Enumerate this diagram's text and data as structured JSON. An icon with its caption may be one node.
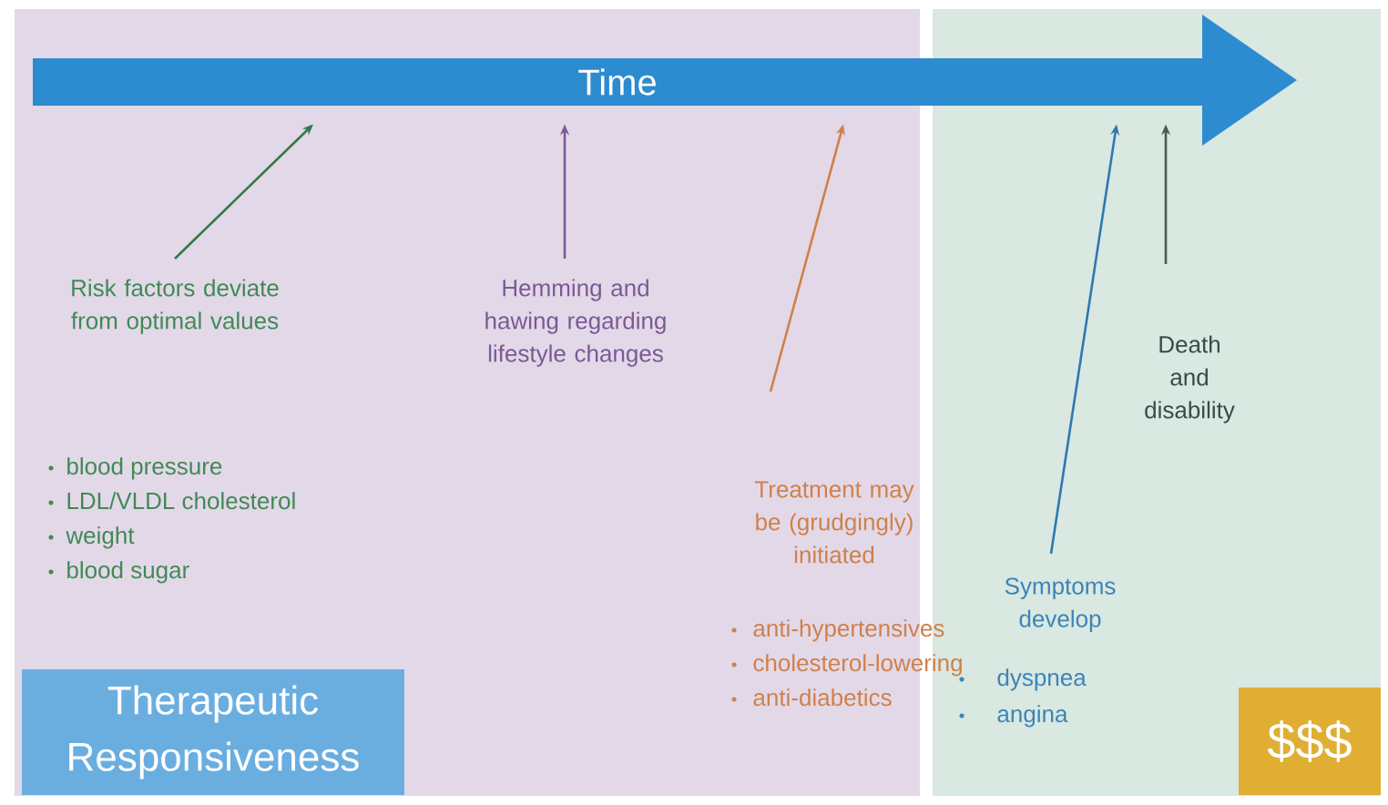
{
  "diagram": {
    "nodes": [
      {
        "text": [
          "Time"
        ]
      },
      {
        "text": [
          "Risk factors deviate from optimal values"
        ],
        "beside": [
          "blood pressure",
          "LDL/VLDL cholesterol",
          "weight",
          "blood sugar"
        ]
      },
      {
        "text": [
          "Hemming and hawing regarding lifestyle changes"
        ]
      },
      {
        "text": [
          "Treatment may be (grudgingly) initiated"
        ],
        "beside": [
          "anti-hypertensives",
          "cholesterol-lowering",
          "anti-diabetics"
        ]
      },
      {
        "text": [
          "Symptoms develop"
        ],
        "beside": [
          "dyspnea",
          "angina"
        ]
      },
      {
        "text": [
          "Death and disability"
        ]
      },
      {
        "text": [
          "Therapeutic Responsiveness"
        ]
      },
      {
        "text": [
          "$$$"
        ]
      }
    ],
    "edges": [
      {
        "from": 1,
        "to": 0,
        "arrow": "to",
        "color": "#2f7a48"
      },
      {
        "from": 2,
        "to": 0,
        "arrow": "to",
        "color": "#7a5a95"
      },
      {
        "from": 3,
        "to": 0,
        "arrow": "to",
        "color": "#d0804a"
      },
      {
        "from": 4,
        "to": 0,
        "arrow": "to",
        "color": "#2f78b0"
      },
      {
        "from": 5,
        "to": 0,
        "arrow": "to",
        "color": "#4a5a52"
      }
    ]
  }
}
